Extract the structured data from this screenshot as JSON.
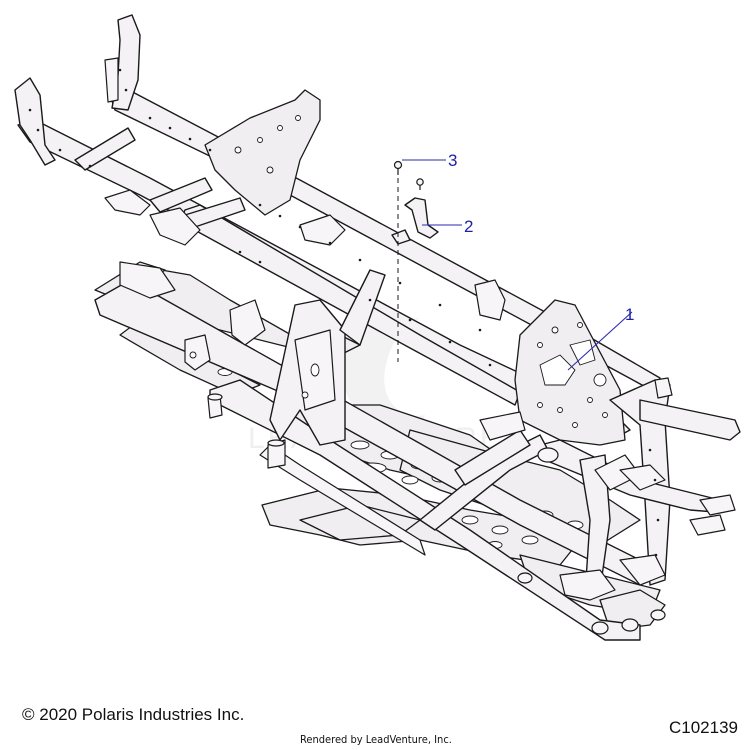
{
  "diagram": {
    "callouts": [
      {
        "number": "1",
        "part": "frame"
      },
      {
        "number": "2",
        "part": "bracket"
      },
      {
        "number": "3",
        "part": "bolt"
      }
    ],
    "watermark": "LEADVENTURE"
  },
  "footer": {
    "copyright": "© 2020 Polaris Industries Inc.",
    "rendered_by": "Rendered by LeadVenture, Inc.",
    "code": "C102139"
  }
}
